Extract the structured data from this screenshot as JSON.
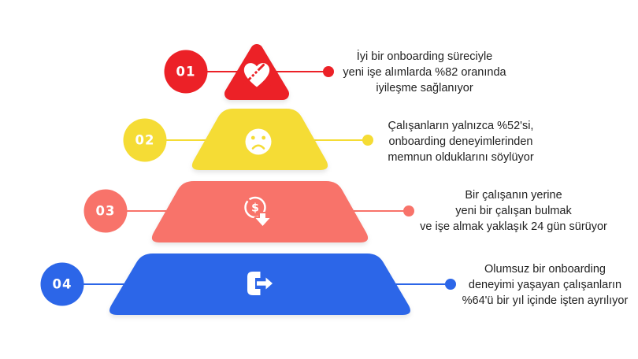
{
  "background": "#FFFFFF",
  "text_color": "#1F1F1F",
  "icon_color": "#FFFFFF",
  "levels": [
    {
      "number": "01",
      "color": "#EC2127",
      "icon": "heart-handshake-icon",
      "lines": [
        "İyi bir onboarding süreciyle",
        "yeni işe alımlarda %82 oranında",
        "iyileşme sağlanıyor"
      ]
    },
    {
      "number": "02",
      "color": "#F5DC35",
      "icon": "sad-face-icon",
      "lines": [
        "Çalışanların yalnızca %52'si,",
        "onboarding deneyimlerinden",
        "memnun olduklarını söylüyor"
      ]
    },
    {
      "number": "03",
      "color": "#F8736A",
      "icon": "money-decrease-icon",
      "glyph": "$",
      "lines": [
        "Bir çalışanın yerine",
        "yeni bir çalışan bulmak",
        "ve işe almak yaklaşık 24 gün sürüyor"
      ]
    },
    {
      "number": "04",
      "color": "#2C66E8",
      "icon": "exit-door-icon",
      "lines": [
        "Olumsuz bir onboarding",
        "deneyimi yaşayan çalışanların",
        "%64'ü bir yıl içinde işten ayrılıyor"
      ]
    }
  ]
}
